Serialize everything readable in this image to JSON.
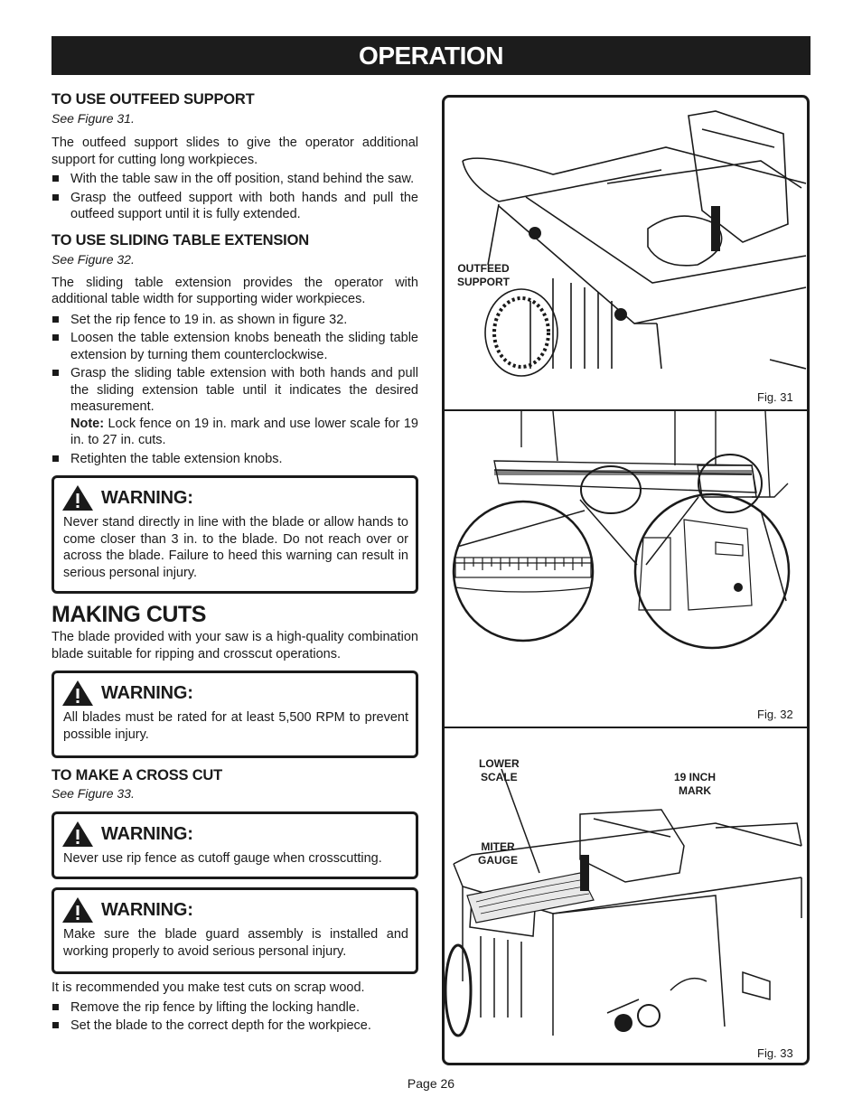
{
  "header": {
    "title": "OPERATION"
  },
  "outfeed": {
    "heading": "TO USE OUTFEED SUPPORT",
    "see": "See Figure 31.",
    "para": "The outfeed support slides to give the operator additional support for cutting long workpieces.",
    "bullets": [
      "With the table saw in the off position, stand behind the saw.",
      "Grasp the outfeed support with both hands and pull the outfeed support until it is fully extended."
    ]
  },
  "sliding": {
    "heading": "TO USE SLIDING TABLE EXTENSION",
    "see": "See Figure 32.",
    "para": "The sliding table extension provides the operator with additional table width for supporting wider workpieces.",
    "bullets": [
      "Set the rip fence to 19 in. as shown in figure 32.",
      "Loosen the table extension knobs beneath the sliding table extension by turning them counterclockwise.",
      "Grasp the sliding table extension with both hands and pull the sliding extension table until it indicates the desired measurement."
    ],
    "note_label": "Note:",
    "note_text": " Lock fence on 19 in. mark and use lower scale for 19 in. to 27 in. cuts.",
    "last_bullet": "Retighten the table extension knobs."
  },
  "warning1": {
    "label": "WARNING:",
    "text": "Never stand directly in line with the blade or allow hands to come closer than 3 in. to the blade. Do not reach over or across the blade. Failure to heed this warning can result in serious personal injury."
  },
  "making": {
    "heading": "MAKING CUTS",
    "para": "The blade provided with your saw is a high-quality combination blade suitable for ripping and crosscut operations."
  },
  "warning2": {
    "label": "WARNING:",
    "text": "All blades must be rated for at least 5,500 RPM to prevent possible injury."
  },
  "crosscut": {
    "heading": "TO MAKE A CROSS CUT",
    "see": "See Figure 33."
  },
  "warning3": {
    "label": "WARNING:",
    "text": "Never use rip fence as cutoff gauge when crosscutting."
  },
  "warning4": {
    "label": "WARNING:",
    "text": "Make sure the blade guard assembly is installed and working properly to avoid serious personal injury."
  },
  "closing": {
    "para": "It is recommended you make test cuts on scrap wood.",
    "bullets": [
      "Remove the rip fence by lifting the locking handle.",
      "Set the blade to the correct depth for the workpiece."
    ]
  },
  "figures": {
    "fig31": {
      "label": "Fig. 31",
      "callout_line1": "OUTFEED",
      "callout_line2": "SUPPORT"
    },
    "fig32": {
      "label": "Fig. 32",
      "callout_a_line1": "LOWER",
      "callout_a_line2": "SCALE",
      "callout_b_line1": "19 INCH",
      "callout_b_line2": "MARK"
    },
    "fig33": {
      "label": "Fig. 33",
      "callout_line1": "MITER",
      "callout_line2": "GAUGE"
    }
  },
  "footer": {
    "page": "Page 26"
  }
}
